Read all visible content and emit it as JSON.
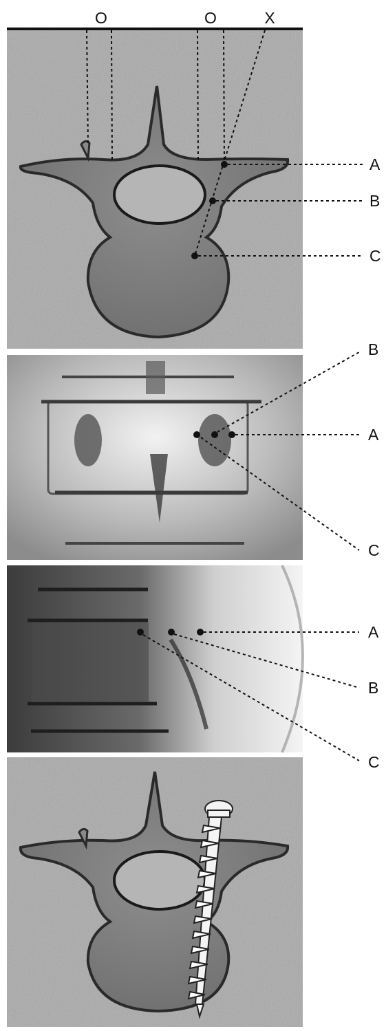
{
  "colors": {
    "line": "#111111",
    "bone_ct": "#8a8a8a",
    "background": "#ffffff"
  },
  "panels": {
    "axial_ct": {
      "header": {
        "markers": [
          "O",
          "O",
          "X"
        ]
      },
      "points": [
        "A",
        "B",
        "C"
      ]
    },
    "ap_fluoro": {
      "points": [
        "B",
        "A",
        "C"
      ]
    },
    "lateral_fluoro": {
      "points": [
        "A",
        "B",
        "C"
      ]
    },
    "axial_ct_screw": {
      "implant": "pedicle-screw"
    }
  }
}
